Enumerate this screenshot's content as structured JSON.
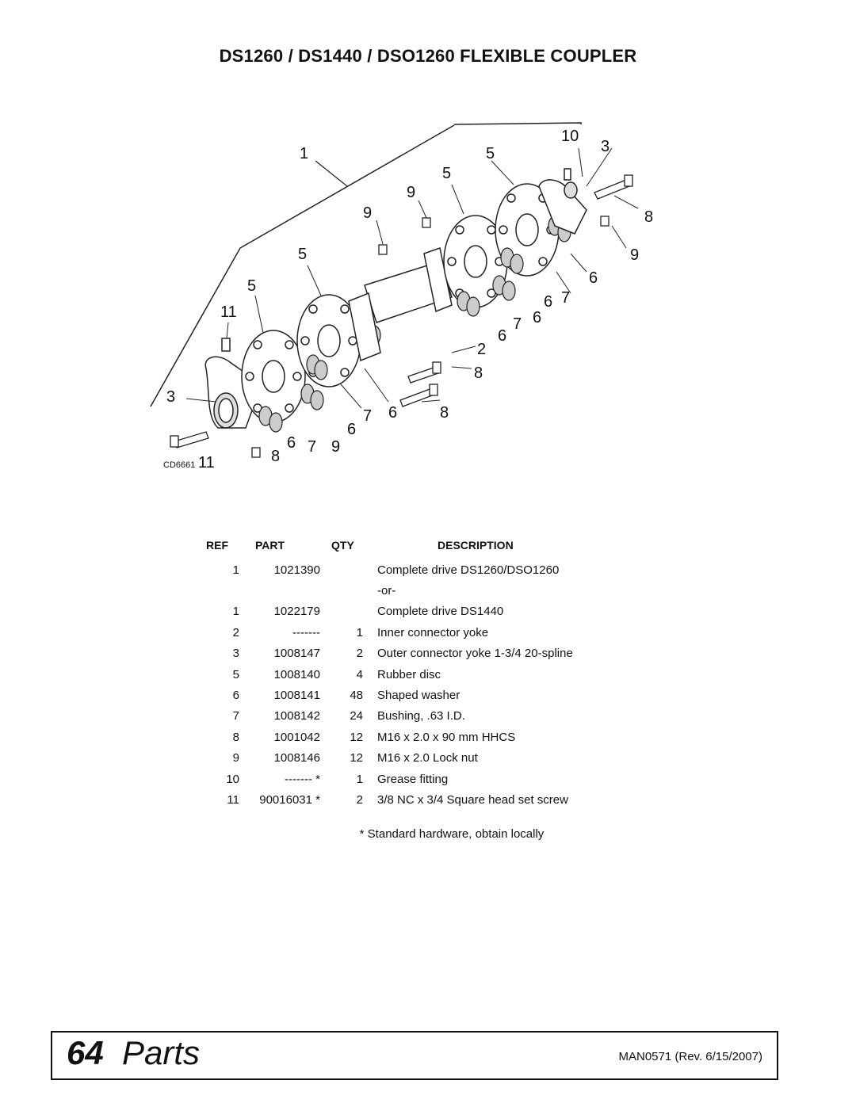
{
  "title": "DS1260 / DS1440 / DSO1260 FLEXIBLE COUPLER",
  "diagram": {
    "drawing_id": "CD6661",
    "callouts": [
      "1",
      "10",
      "3",
      "5",
      "5",
      "9",
      "9",
      "8",
      "5",
      "9",
      "5",
      "6",
      "11",
      "6",
      "7",
      "7",
      "6",
      "2",
      "6",
      "3",
      "8",
      "7",
      "6",
      "8",
      "6",
      "7",
      "6",
      "9",
      "8",
      "11"
    ]
  },
  "table": {
    "headers": {
      "ref": "REF",
      "part": "PART",
      "qty": "QTY",
      "description": "DESCRIPTION"
    },
    "rows": [
      {
        "ref": "1",
        "part": "1021390",
        "qty": "",
        "description": "Complete drive DS1260/DSO1260"
      },
      {
        "ref": "",
        "part": "",
        "qty": "",
        "description": "-or-"
      },
      {
        "ref": "1",
        "part": "1022179",
        "qty": "",
        "description": "Complete drive DS1440"
      },
      {
        "ref": "2",
        "part": "-------",
        "qty": "1",
        "description": "Inner connector yoke"
      },
      {
        "ref": "3",
        "part": "1008147",
        "qty": "2",
        "description": "Outer connector yoke 1-3/4 20-spline"
      },
      {
        "ref": "5",
        "part": "1008140",
        "qty": "4",
        "description": "Rubber disc"
      },
      {
        "ref": "6",
        "part": "1008141",
        "qty": "48",
        "description": "Shaped washer"
      },
      {
        "ref": "7",
        "part": "1008142",
        "qty": "24",
        "description": "Bushing, .63 I.D."
      },
      {
        "ref": "8",
        "part": "1001042",
        "qty": "12",
        "description": "M16 x 2.0 x 90 mm HHCS"
      },
      {
        "ref": "9",
        "part": "1008146",
        "qty": "12",
        "description": "M16 x 2.0 Lock nut"
      },
      {
        "ref": "10",
        "part": "------- *",
        "qty": "1",
        "description": "Grease fitting"
      },
      {
        "ref": "11",
        "part": "90016031 *",
        "qty": "2",
        "description": "3/8 NC x 3/4 Square head set screw"
      }
    ]
  },
  "footnote": "*   Standard hardware, obtain locally",
  "footer": {
    "page_number": "64",
    "section": "Parts",
    "revision": "MAN0571 (Rev. 6/15/2007)"
  }
}
